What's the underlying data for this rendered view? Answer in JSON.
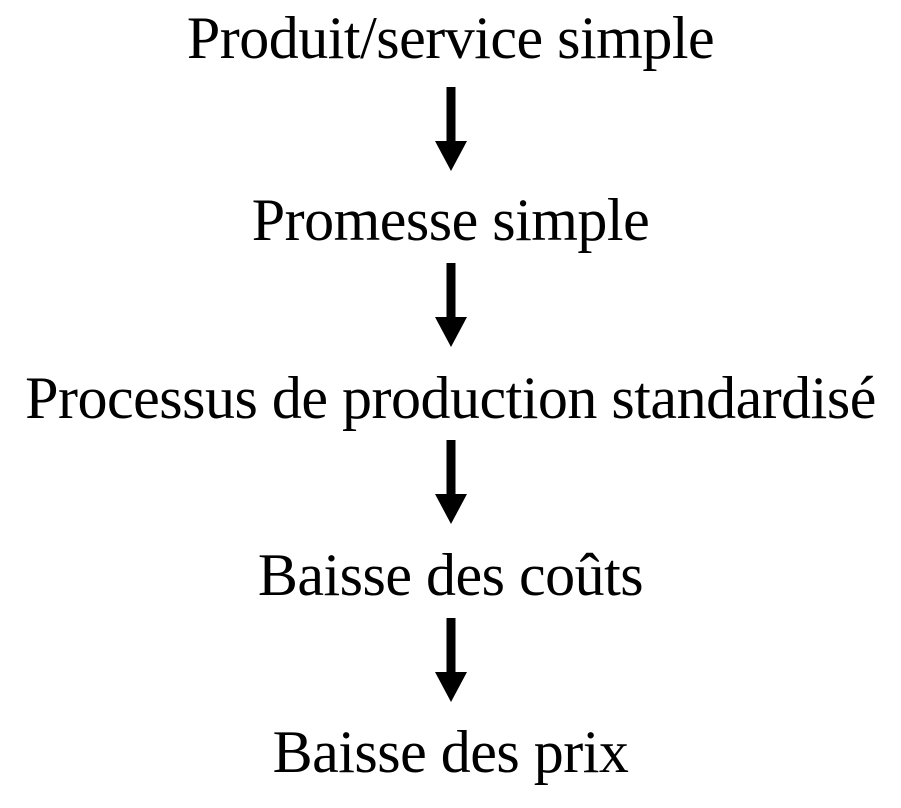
{
  "diagram": {
    "type": "flowchart",
    "direction": "top-down",
    "steps": [
      {
        "label": "Produit/service simple"
      },
      {
        "label": "Promesse simple"
      },
      {
        "label": "Processus de production standardisé"
      },
      {
        "label": "Baisse des coûts"
      },
      {
        "label": "Baisse des prix"
      }
    ],
    "connector": "down-arrow",
    "colors": {
      "text": "#000000",
      "arrow": "#000000",
      "background": "#ffffff"
    }
  }
}
